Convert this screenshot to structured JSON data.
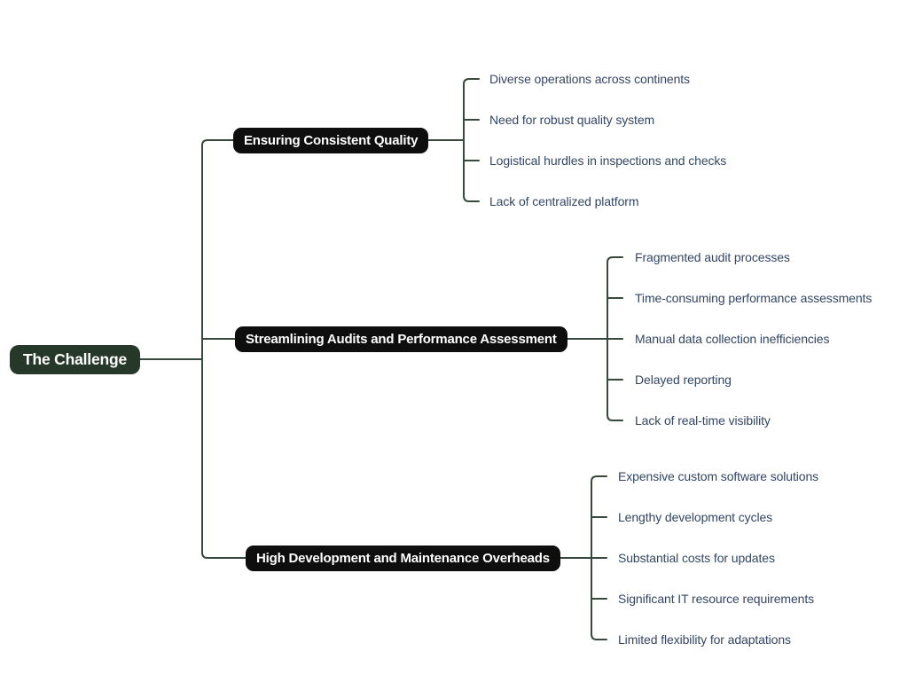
{
  "root": {
    "label": "The Challenge"
  },
  "branches": [
    {
      "label": "Ensuring Consistent Quality",
      "children": [
        "Diverse operations across continents",
        "Need for robust quality system",
        "Logistical hurdles in inspections and checks",
        "Lack of centralized platform"
      ]
    },
    {
      "label": "Streamlining Audits and Performance Assessment",
      "children": [
        "Fragmented audit processes",
        "Time-consuming performance assessments",
        "Manual data collection inefficiencies",
        "Delayed reporting",
        "Lack of real-time visibility"
      ]
    },
    {
      "label": "High Development and Maintenance Overheads",
      "children": [
        "Expensive custom software solutions",
        "Lengthy development cycles",
        "Substantial costs for updates",
        "Significant IT resource requirements",
        "Limited flexibility for adaptations"
      ]
    }
  ],
  "colors": {
    "background": "#ffffff",
    "root_bg": "#263829",
    "branch_bg": "#0e0e0e",
    "node_text": "#ffffff",
    "leaf_text": "#334663",
    "line": "#37493c"
  }
}
